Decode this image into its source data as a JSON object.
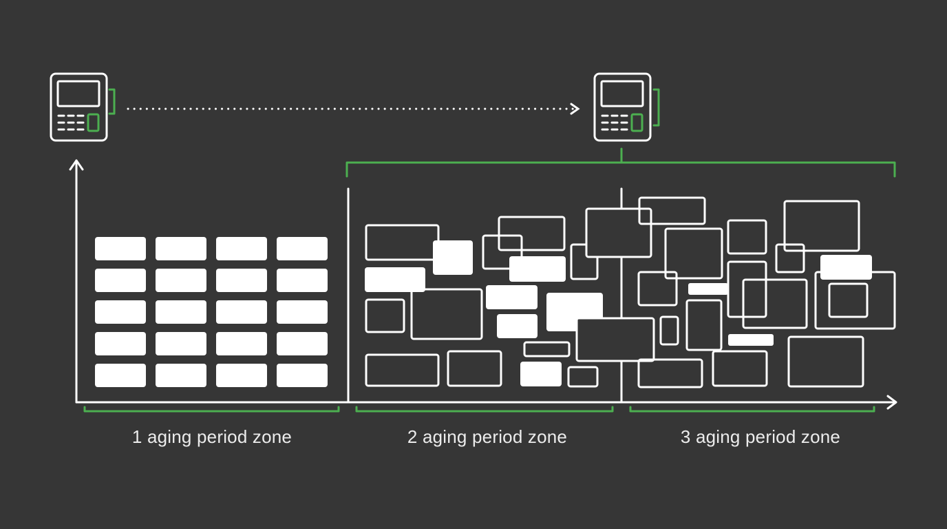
{
  "colors": {
    "background": "#363636",
    "stroke": "#ffffff",
    "accent": "#4caf50"
  },
  "icons": {
    "source_terminal": "payment-terminal-icon",
    "target_terminal": "payment-terminal-icon"
  },
  "zones": [
    {
      "label": "1 aging period zone"
    },
    {
      "label": "2 aging period zone"
    },
    {
      "label": "3 aging period zone"
    }
  ]
}
